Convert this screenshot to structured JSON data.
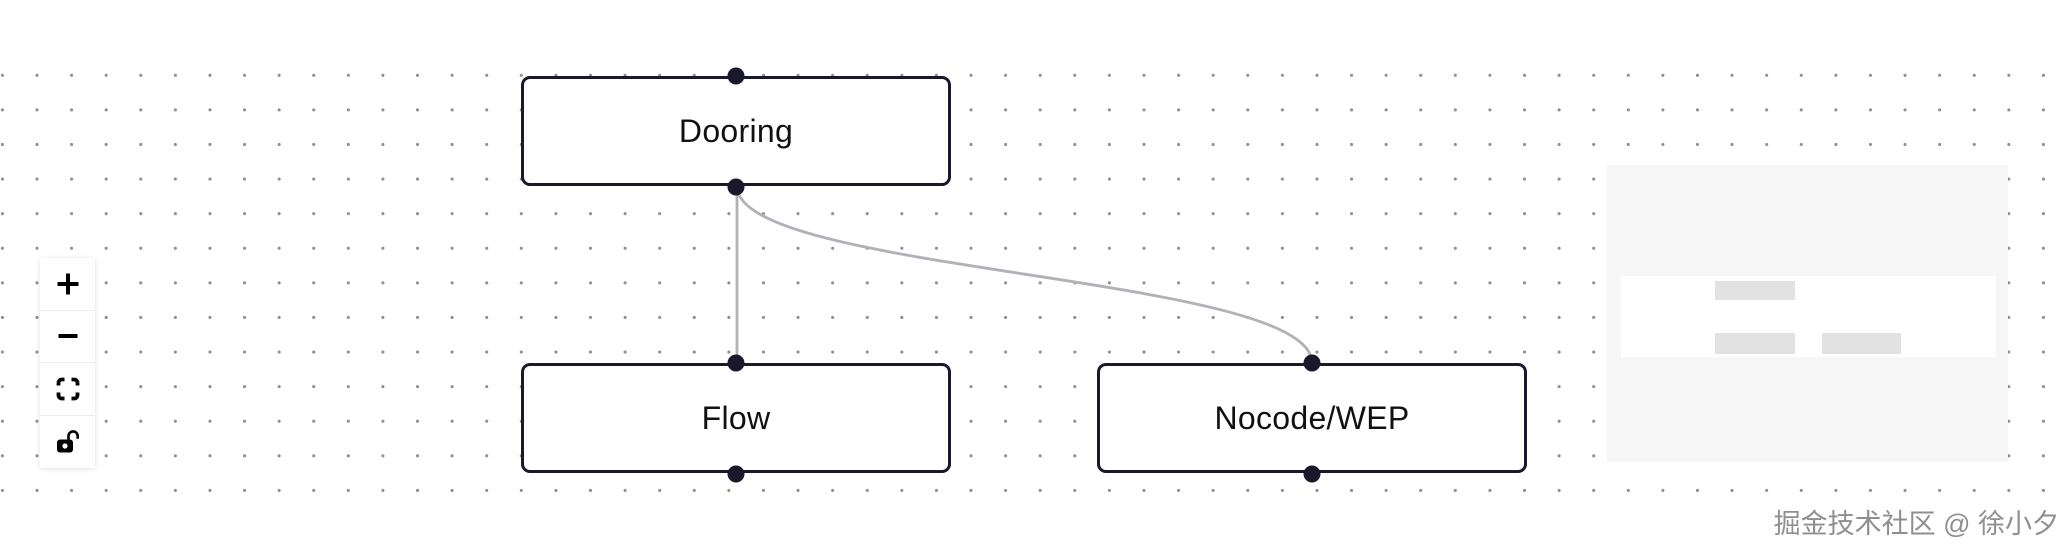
{
  "app": {
    "type": "flow-diagram-editor-canvas"
  },
  "nodes": [
    {
      "id": "node-1",
      "label": "Dooring",
      "handles": [
        "top",
        "bottom"
      ]
    },
    {
      "id": "node-2",
      "label": "Flow",
      "handles": [
        "top",
        "bottom"
      ]
    },
    {
      "id": "node-3",
      "label": "Nocode/WEP",
      "handles": [
        "top",
        "bottom"
      ]
    }
  ],
  "edges": [
    {
      "source": "Dooring",
      "source_handle": "bottom",
      "target": "Flow",
      "target_handle": "top",
      "shape": "straight"
    },
    {
      "source": "Dooring",
      "source_handle": "bottom",
      "target": "Nocode/WEP",
      "target_handle": "top",
      "shape": "bezier"
    }
  ],
  "controls": [
    {
      "id": "zoom-in",
      "icon": "plus-icon"
    },
    {
      "id": "zoom-out",
      "icon": "minus-icon"
    },
    {
      "id": "fit-view",
      "icon": "fit-view-icon"
    },
    {
      "id": "toggle-interactivity",
      "icon": "unlock-icon"
    }
  ],
  "minimap": {
    "nodes": [
      "Dooring",
      "Flow",
      "Nocode/WEP"
    ],
    "has_viewport_rect": true
  },
  "watermark": {
    "text": "掘金技术社区 @ 徐小夕"
  },
  "colors": {
    "canvas_background": "#ffffff",
    "grid_dot": "#8f8f8f",
    "node_border": "#1a192b",
    "node_background": "#ffffff",
    "node_text": "#111111",
    "handle": "#1a192b",
    "edge": "#b1b1b7",
    "controls_background": "#fefefe",
    "minimap_mask": "#f6f6f6",
    "minimap_viewport": "#ffffff",
    "minimap_node": "#e2e2e2",
    "watermark_text": "#8f8f8f"
  }
}
